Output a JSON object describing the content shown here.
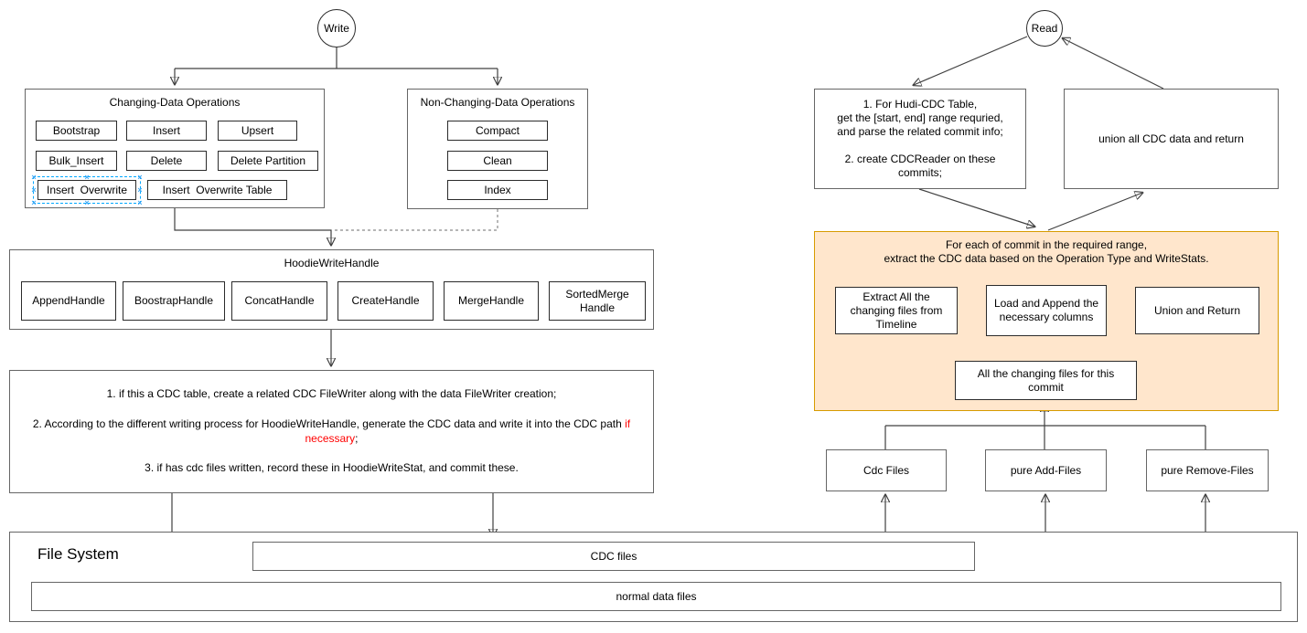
{
  "colors": {
    "orange_fill": "#ffe6cc",
    "orange_border": "#d79b00",
    "highlight_red": "#ff0000",
    "selection_blue": "#00a8ff"
  },
  "write_section": {
    "start_label": "Write",
    "changing": {
      "title": "Changing-Data Operations",
      "ops": [
        "Bootstrap",
        "Insert",
        "Upsert",
        "Bulk_Insert",
        "Delete",
        "Delete Partition",
        "Insert  Overwrite",
        "Insert  Overwrite Table"
      ]
    },
    "non_changing": {
      "title": "Non-Changing-Data Operations",
      "ops": [
        "Compact",
        "Clean",
        "Index"
      ]
    },
    "write_handle": {
      "title": "HoodieWriteHandle",
      "handles": [
        "AppendHandle",
        "BoostrapHandle",
        "ConcatHandle",
        "CreateHandle",
        "MergeHandle",
        "SortedMerge\nHandle"
      ]
    },
    "steps": {
      "step1": "1. if this a CDC table, create a related CDC FileWriter along with the data FileWriter creation;",
      "step2_prefix": "2. According to the different writing process for HoodieWriteHandle, generate the CDC data and write it into the CDC path ",
      "step2_highlight": "if necessary",
      "step2_suffix": ";",
      "step3": "3. if has cdc files written, record these in HoodieWriteStat, and commit these."
    }
  },
  "file_system": {
    "title": "File System",
    "cdc_files": "CDC files",
    "normal_files": "normal data files"
  },
  "read_section": {
    "start_label": "Read",
    "range_box": "1. For Hudi-CDC Table,\nget the [start, end] range requried,\nand parse the related commit info;\n\n2. create CDCReader on these\ncommits;",
    "union_box": "union all CDC data and return",
    "per_commit": {
      "title": "For each of commit in the required range,\nextract the CDC data based on the Operation Type and WriteStats.",
      "extract": "Extract All the\nchanging files from\nTimeline",
      "load": "Load and Append the\nnecessary columns",
      "union": "Union and Return",
      "changing_files": "All the changing files for this\ncommit"
    },
    "cdc_files": "Cdc Files",
    "add_files": "pure Add-Files",
    "remove_files": "pure Remove-Files"
  }
}
